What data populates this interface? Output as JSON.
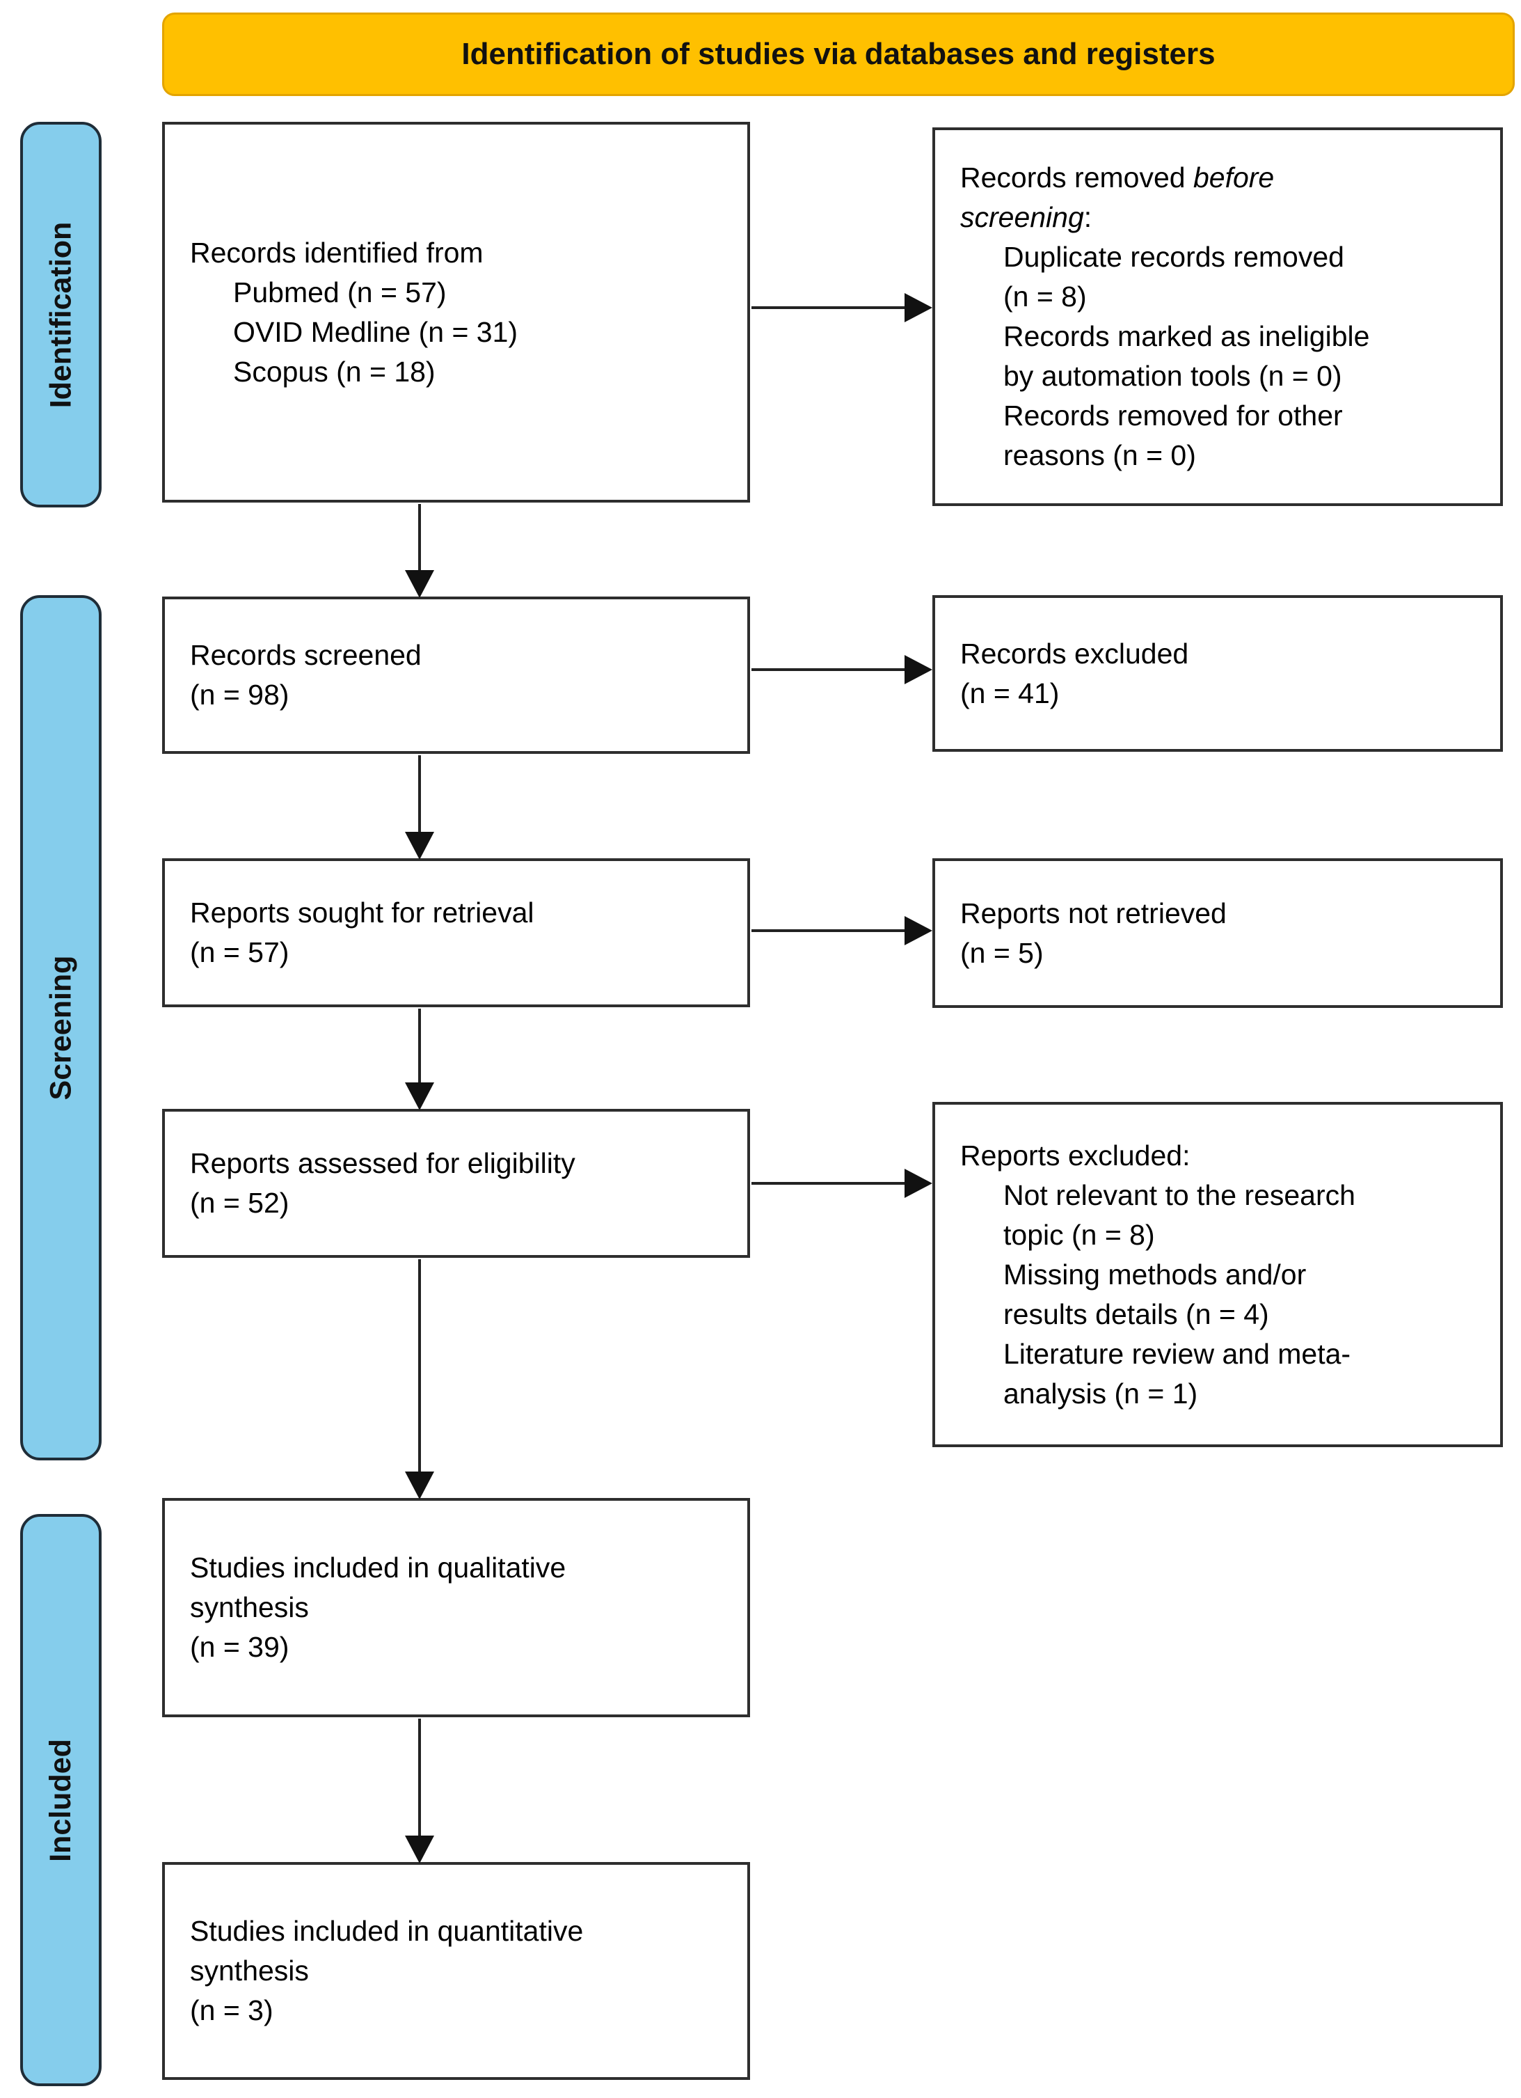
{
  "banner": {
    "title": "Identification of studies via databases and registers"
  },
  "stages": {
    "identification": "Identification",
    "screening": "Screening",
    "included": "Included"
  },
  "boxes": {
    "records_identified": {
      "intro": "Records identified from",
      "items": [
        "Pubmed (n = 57)",
        "OVID Medline (n = 31)",
        "Scopus (n = 18)"
      ]
    },
    "records_removed": {
      "intro_regular": "Records removed ",
      "intro_italic": "before screening",
      "intro_colon": ":",
      "items": [
        "Duplicate records removed (n = 8)",
        "Records marked as ineligible by automation tools (n = 0)",
        "Records removed for other reasons (n = 0)"
      ]
    },
    "records_screened": {
      "label": "Records screened",
      "count": "(n = 98)"
    },
    "records_excluded": {
      "label": "Records excluded",
      "count": "(n = 41)"
    },
    "reports_sought": {
      "label": "Reports sought for retrieval",
      "count": "(n = 57)"
    },
    "reports_not_retrieved": {
      "label": "Reports not retrieved",
      "count": "(n = 5)"
    },
    "reports_assessed": {
      "label": "Reports assessed for eligibility",
      "count": "(n = 52)"
    },
    "reports_excluded": {
      "intro": "Reports excluded:",
      "items": [
        "Not relevant to the research topic (n = 8)",
        "Missing methods and/or results details (n = 4)",
        "Literature review and meta-analysis (n = 1)"
      ]
    },
    "qualitative": {
      "label": "Studies included in qualitative synthesis",
      "count": "(n = 39)"
    },
    "quantitative": {
      "label": "Studies included in quantitative synthesis",
      "count": "(n = 3)"
    }
  },
  "colors": {
    "banner_fill": "#FFC000",
    "stage_fill": "#85CDEC",
    "box_border": "#2E2E2E"
  }
}
